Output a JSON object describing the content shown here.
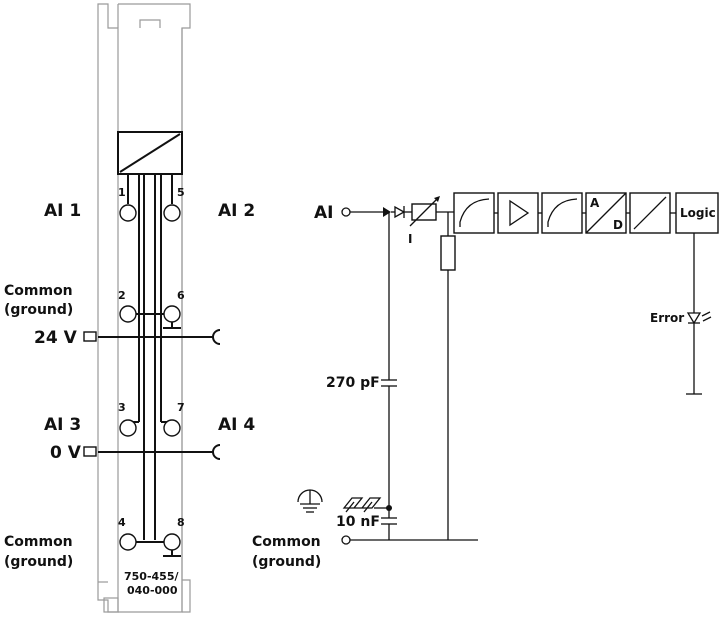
{
  "module": {
    "labels": {
      "ai1": "AI 1",
      "ai2": "AI 2",
      "ai3": "AI 3",
      "ai4": "AI 4",
      "common_top_1": "Common",
      "common_top_2": "(ground)",
      "v24": "24 V",
      "v0": "0 V",
      "common_bottom_1": "Common",
      "common_bottom_2": "(ground)"
    },
    "terminals": [
      "1",
      "5",
      "2",
      "6",
      "3",
      "7",
      "4",
      "8"
    ],
    "part_number_1": "750-455/",
    "part_number_2": "040-000"
  },
  "schematic": {
    "ai": "AI",
    "current_label": "I",
    "cap_270": "270 pF",
    "cap_10n": "10 nF",
    "common_1": "Common",
    "common_2": "(ground)",
    "adc_a": "A",
    "adc_d": "D",
    "logic": "Logic",
    "error": "Error"
  }
}
